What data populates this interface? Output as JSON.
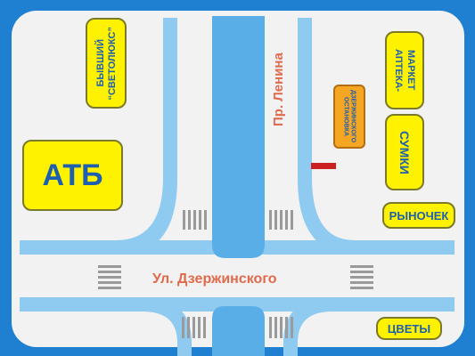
{
  "title": "",
  "colors": {
    "frame": "#1f7fd0",
    "ground": "#f2f2f2",
    "road_stripe": "#8fcaf0",
    "canal": "#5aaee8",
    "label_fill": "#fff200",
    "label_text": "#1d5fb0",
    "stop_fill": "#f5a623",
    "street_text": "#e06a4b",
    "marker": "#cc1f1f"
  },
  "streets": {
    "lenina": "Пр. Ленина",
    "dzerzhinskogo": "Ул. Дзержинского"
  },
  "places": {
    "byvshiy_line1": "БЫВШИЙ",
    "byvshiy_line2": "“СВЕТОЛЮКС”",
    "atb": "АТБ",
    "apteka_line1": "АПТЕКА-",
    "apteka_line2": "МАРКЕТ",
    "sumki": "СУМКИ",
    "rynochek": "РЫНОЧЕК",
    "tsvety": "ЦВЕТЫ",
    "ostanovka_line1": "ОСТАНОВКА",
    "ostanovka_line2": "ДЗЕРЖИНСКОГО"
  },
  "icons": {
    "crosswalk": "crosswalk-icon",
    "bus_stop_marker": "bus-stop-marker-icon"
  }
}
